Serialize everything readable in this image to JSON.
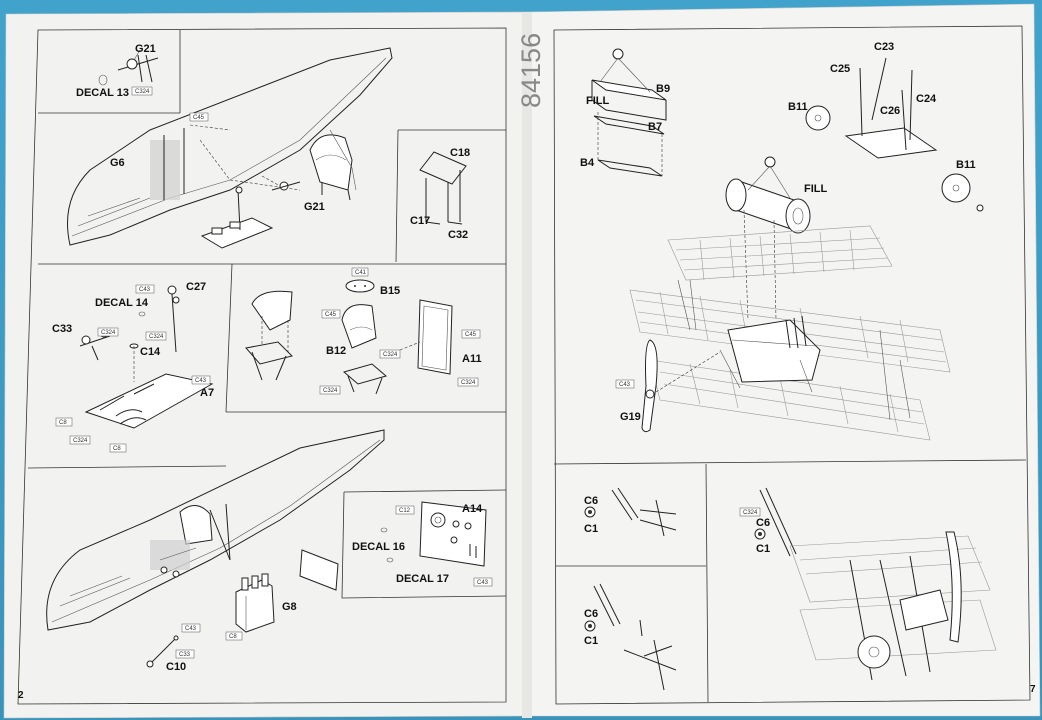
{
  "kit_number": "84156",
  "left_page": {
    "page_number": "2",
    "labels": {
      "g21_top": "G21",
      "decal13": "DECAL 13",
      "g6": "G6",
      "g21_mid": "G21",
      "c18": "C18",
      "c17": "C17",
      "c32": "C32",
      "c27": "C27",
      "decal14": "DECAL 14",
      "c33": "C33",
      "c14": "C14",
      "a7": "A7",
      "b15": "B15",
      "b12": "B12",
      "a11": "A11",
      "a14": "A14",
      "decal16": "DECAL 16",
      "decal17": "DECAL 17",
      "g8": "G8",
      "c10": "C10"
    },
    "codes": {
      "c324_a": "C324",
      "c45_a": "C45",
      "c43_a": "C43",
      "c324_b": "C324",
      "c324_c": "C324",
      "c43_b": "C43",
      "c8_a": "C8",
      "c324_d": "C324",
      "c8_b": "C8",
      "c41": "C41",
      "c45_b": "C45",
      "c324_e": "C324",
      "c45_c": "C45",
      "c324_f": "C324",
      "c324_g": "C324",
      "c12": "C12",
      "c43_c": "C43",
      "c43_d": "C43",
      "c33": "C33",
      "c8_c": "C8"
    }
  },
  "right_page": {
    "page_number": "7",
    "labels": {
      "b9": "B9",
      "fill_top": "FILL",
      "b7": "B7",
      "b4": "B4",
      "c23": "C23",
      "c25": "C25",
      "b11_a": "B11",
      "c26": "C26",
      "c24": "C24",
      "b11_b": "B11",
      "fill_mid": "FILL",
      "g19": "G19",
      "c6_a": "C6",
      "c1_a": "C1",
      "c6_b": "C6",
      "c1_b": "C1",
      "c6_c": "C6",
      "c1_c": "C1"
    },
    "codes": {
      "c43": "C43",
      "c324": "C324"
    }
  },
  "colors": {
    "background": "#3a9ac2",
    "paper": "#f3f3f1",
    "ink": "#222222"
  }
}
